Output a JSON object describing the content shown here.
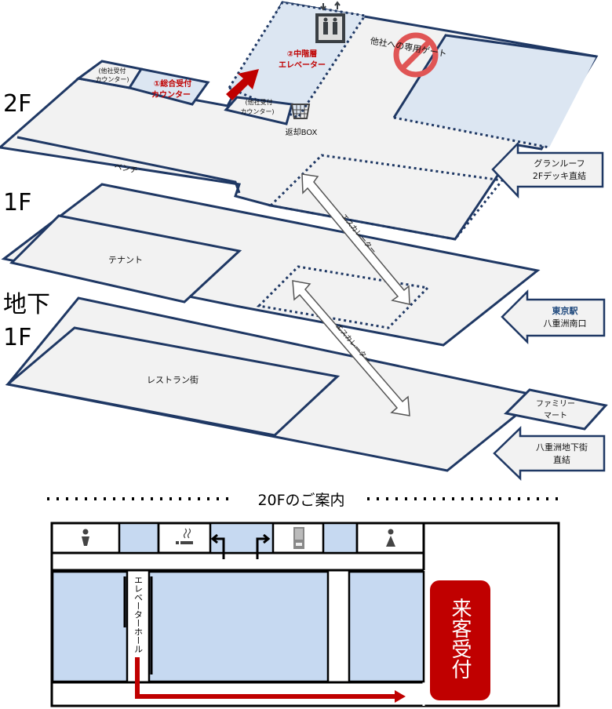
{
  "floors": {
    "f2": "2F",
    "f1": "1F",
    "b1_line1": "地下",
    "b1_line2": "1F"
  },
  "floor2": {
    "other_counter_1": [
      "(他社受付",
      "カウンター)"
    ],
    "main_counter": [
      "①総合受付",
      "カウンター"
    ],
    "mid_elevator": [
      "②中階層",
      "エレベーター"
    ],
    "other_counter_2": [
      "(他社受付",
      "カウンター)"
    ],
    "return_box": "返却BOX",
    "gate": "他社への専用ゲート",
    "bench": "ベンチ"
  },
  "floor1": {
    "tenant": "テナント",
    "escalator_upper": "エスカレーター"
  },
  "floorb1": {
    "restaurant": "レストラン街",
    "escalator_lower": "エスカレーター",
    "familymart": [
      "ファミリー",
      "マート"
    ]
  },
  "entrances": [
    {
      "line1": "グランルーフ",
      "line2": "2Fデッキ直結"
    },
    {
      "line1": "東京駅",
      "line2": "八重洲南口"
    },
    {
      "line1": "八重洲地下街",
      "line2": "直結"
    }
  ],
  "floor20": {
    "title": "20Fのご案内",
    "elevator_hall": "エレベーターホール",
    "reception": "来客受付"
  },
  "colors": {
    "accent_red": "#c00000",
    "navy": "#1f3864",
    "light_blue": "#dce6f2",
    "room_blue": "#c6d9f1",
    "station_blue": "#1f497d"
  }
}
